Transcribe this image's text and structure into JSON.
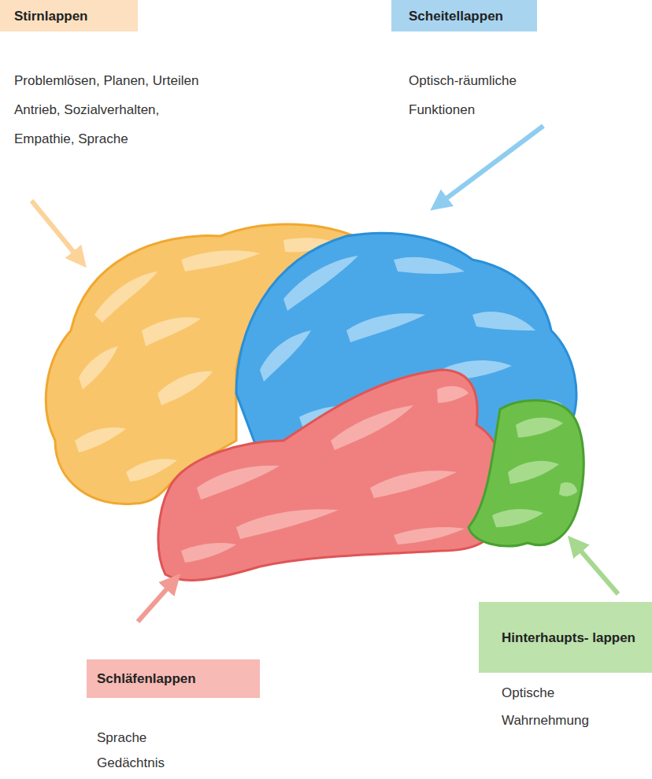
{
  "diagram": {
    "nodes": [
      {
        "text": [
          "Stirnlappen",
          "Problemlösen, Planen, Urteilen Antrieb, Sozialverhalten, Empathie, Sprache"
        ]
      },
      {
        "text": [
          "Scheitellappen",
          "Optisch-räumliche Funktionen"
        ]
      },
      {
        "text": [
          "Schläfenlappen",
          "Sprache Gedächtnis"
        ]
      },
      {
        "text": [
          "Hinterhaupts- lappen",
          "Optische Wahrnehmung"
        ]
      }
    ]
  }
}
